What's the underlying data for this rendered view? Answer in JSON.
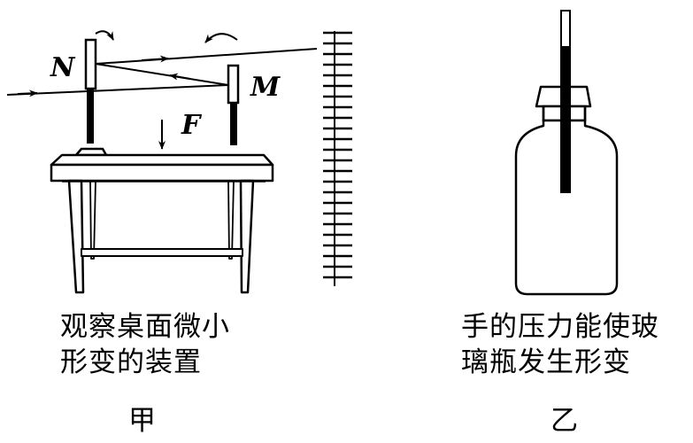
{
  "panel_jia": {
    "labels": {
      "n": "N",
      "m": "M",
      "f": "F"
    },
    "caption_line1": "观察桌面微小",
    "caption_line2": "形变的装置",
    "panel_label": "甲"
  },
  "panel_yi": {
    "caption_line1": "手的压力能使玻",
    "caption_line2": "璃瓶发生形变",
    "panel_label": "乙"
  }
}
